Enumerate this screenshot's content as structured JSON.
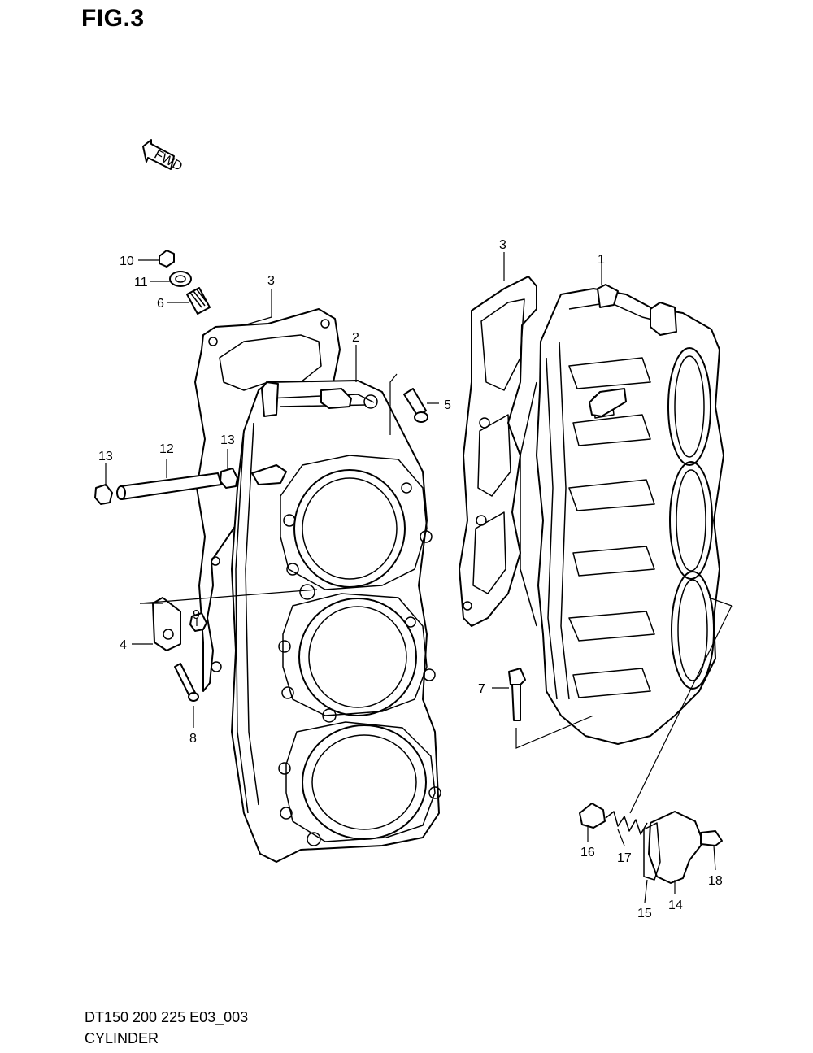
{
  "figure": {
    "title": "FIG.3",
    "code": "DT150 200 225 E03_003",
    "caption": "CYLINDER"
  },
  "fwd_label": "FWD",
  "callouts": [
    "1",
    "2",
    "3",
    "3",
    "4",
    "5",
    "6",
    "7",
    "8",
    "9",
    "10",
    "11",
    "12",
    "13",
    "13",
    "14",
    "15",
    "16",
    "17",
    "18"
  ]
}
